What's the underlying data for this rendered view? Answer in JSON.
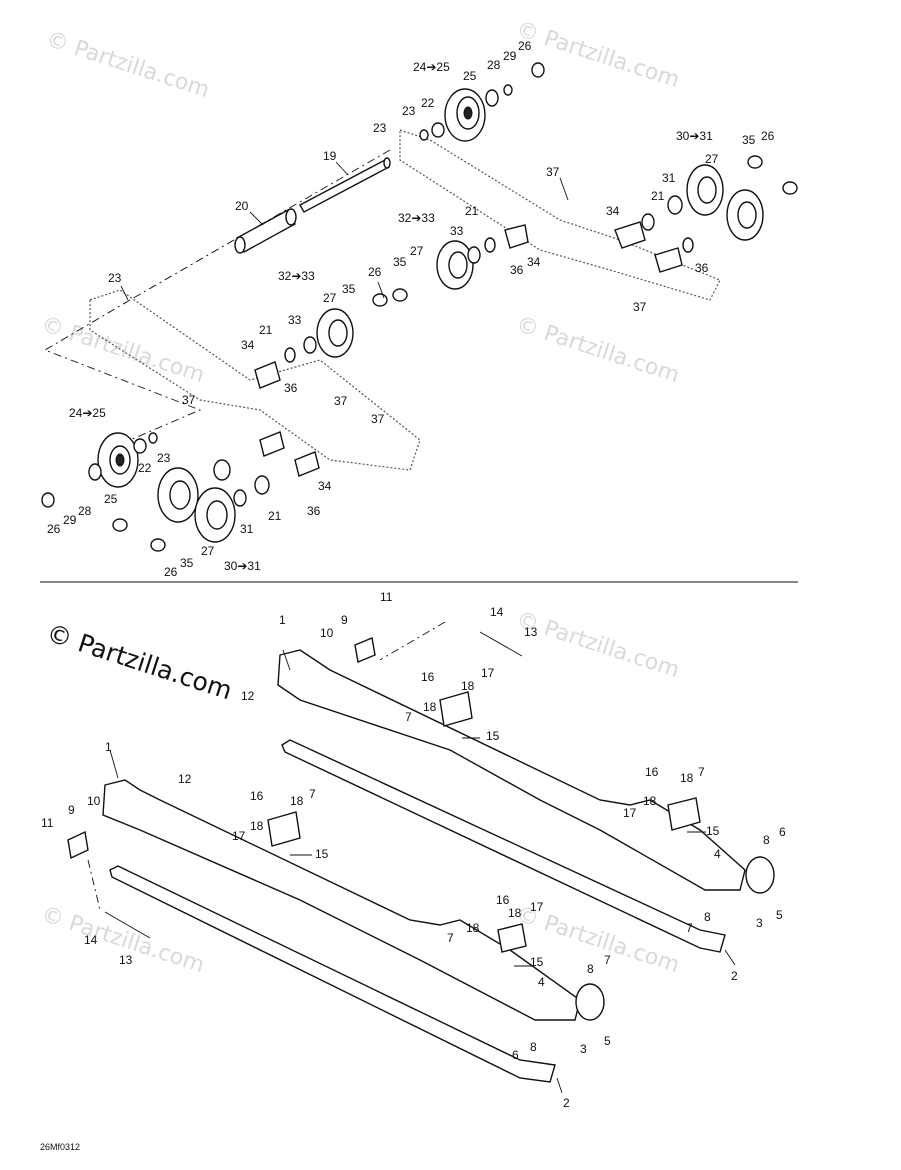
{
  "watermark": "© Partzilla.com",
  "watermark_main": "© Partzilla.com",
  "figure_code": "26Mf0312",
  "callouts": {
    "c1": "1",
    "c2": "2",
    "c3": "3",
    "c4": "4",
    "c5": "5",
    "c6": "6",
    "c7": "7",
    "c8": "8",
    "c9": "9",
    "c10": "10",
    "c11": "11",
    "c12": "12",
    "c13": "13",
    "c14": "14",
    "c15": "15",
    "c16": "16",
    "c17": "17",
    "c18": "18",
    "c19": "19",
    "c20": "20",
    "c21": "21",
    "c22": "22",
    "c23": "23",
    "c24_25": "24➔25",
    "c25": "25",
    "c26": "26",
    "c27": "27",
    "c28": "28",
    "c29": "29",
    "c30_31": "30➔31",
    "c31": "31",
    "c32_33": "32➔33",
    "c33": "33",
    "c34": "34",
    "c35": "35",
    "c36": "36",
    "c37": "37"
  }
}
